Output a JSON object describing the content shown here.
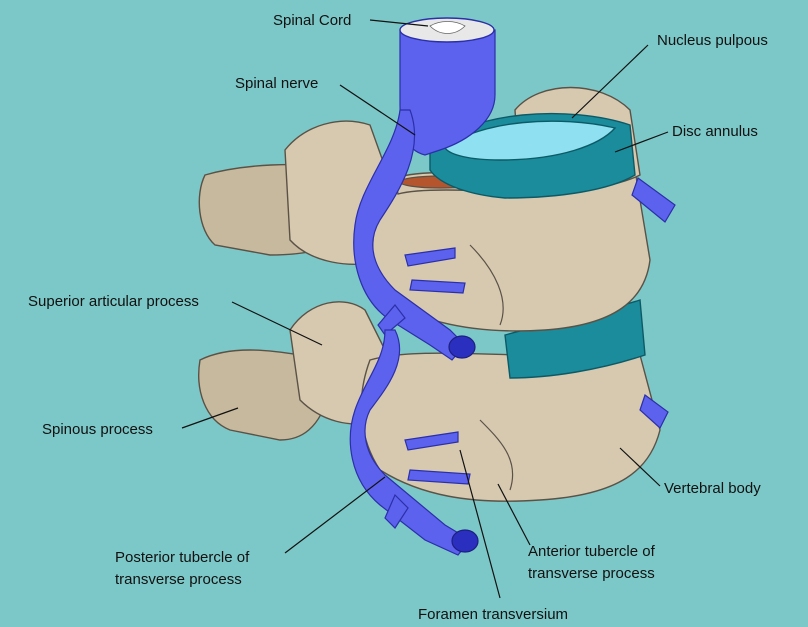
{
  "labels": {
    "spinal_cord": "Spinal Cord",
    "nucleus_pulpous": "Nucleus pulpous",
    "spinal_nerve": "Spinal nerve",
    "disc_annulus": "Disc annulus",
    "superior_articular_process": "Superior articular process",
    "spinous_process": "Spinous process",
    "vertebral_body": "Vertebral body",
    "posterior_tubercle_line1": "Posterior tubercle of",
    "posterior_tubercle_line2": "transverse process",
    "anterior_tubercle_line1": "Anterior tubercle of",
    "anterior_tubercle_line2": "transverse process",
    "foramen_transversium": "Foramen transversium"
  },
  "colors": {
    "background": "#7cc8c8",
    "bone": "#d6c9b0",
    "nerve": "#5c62ee",
    "disc_annulus": "#1a8c9c",
    "nucleus": "#8fe0f0",
    "label_text": "#111111"
  }
}
